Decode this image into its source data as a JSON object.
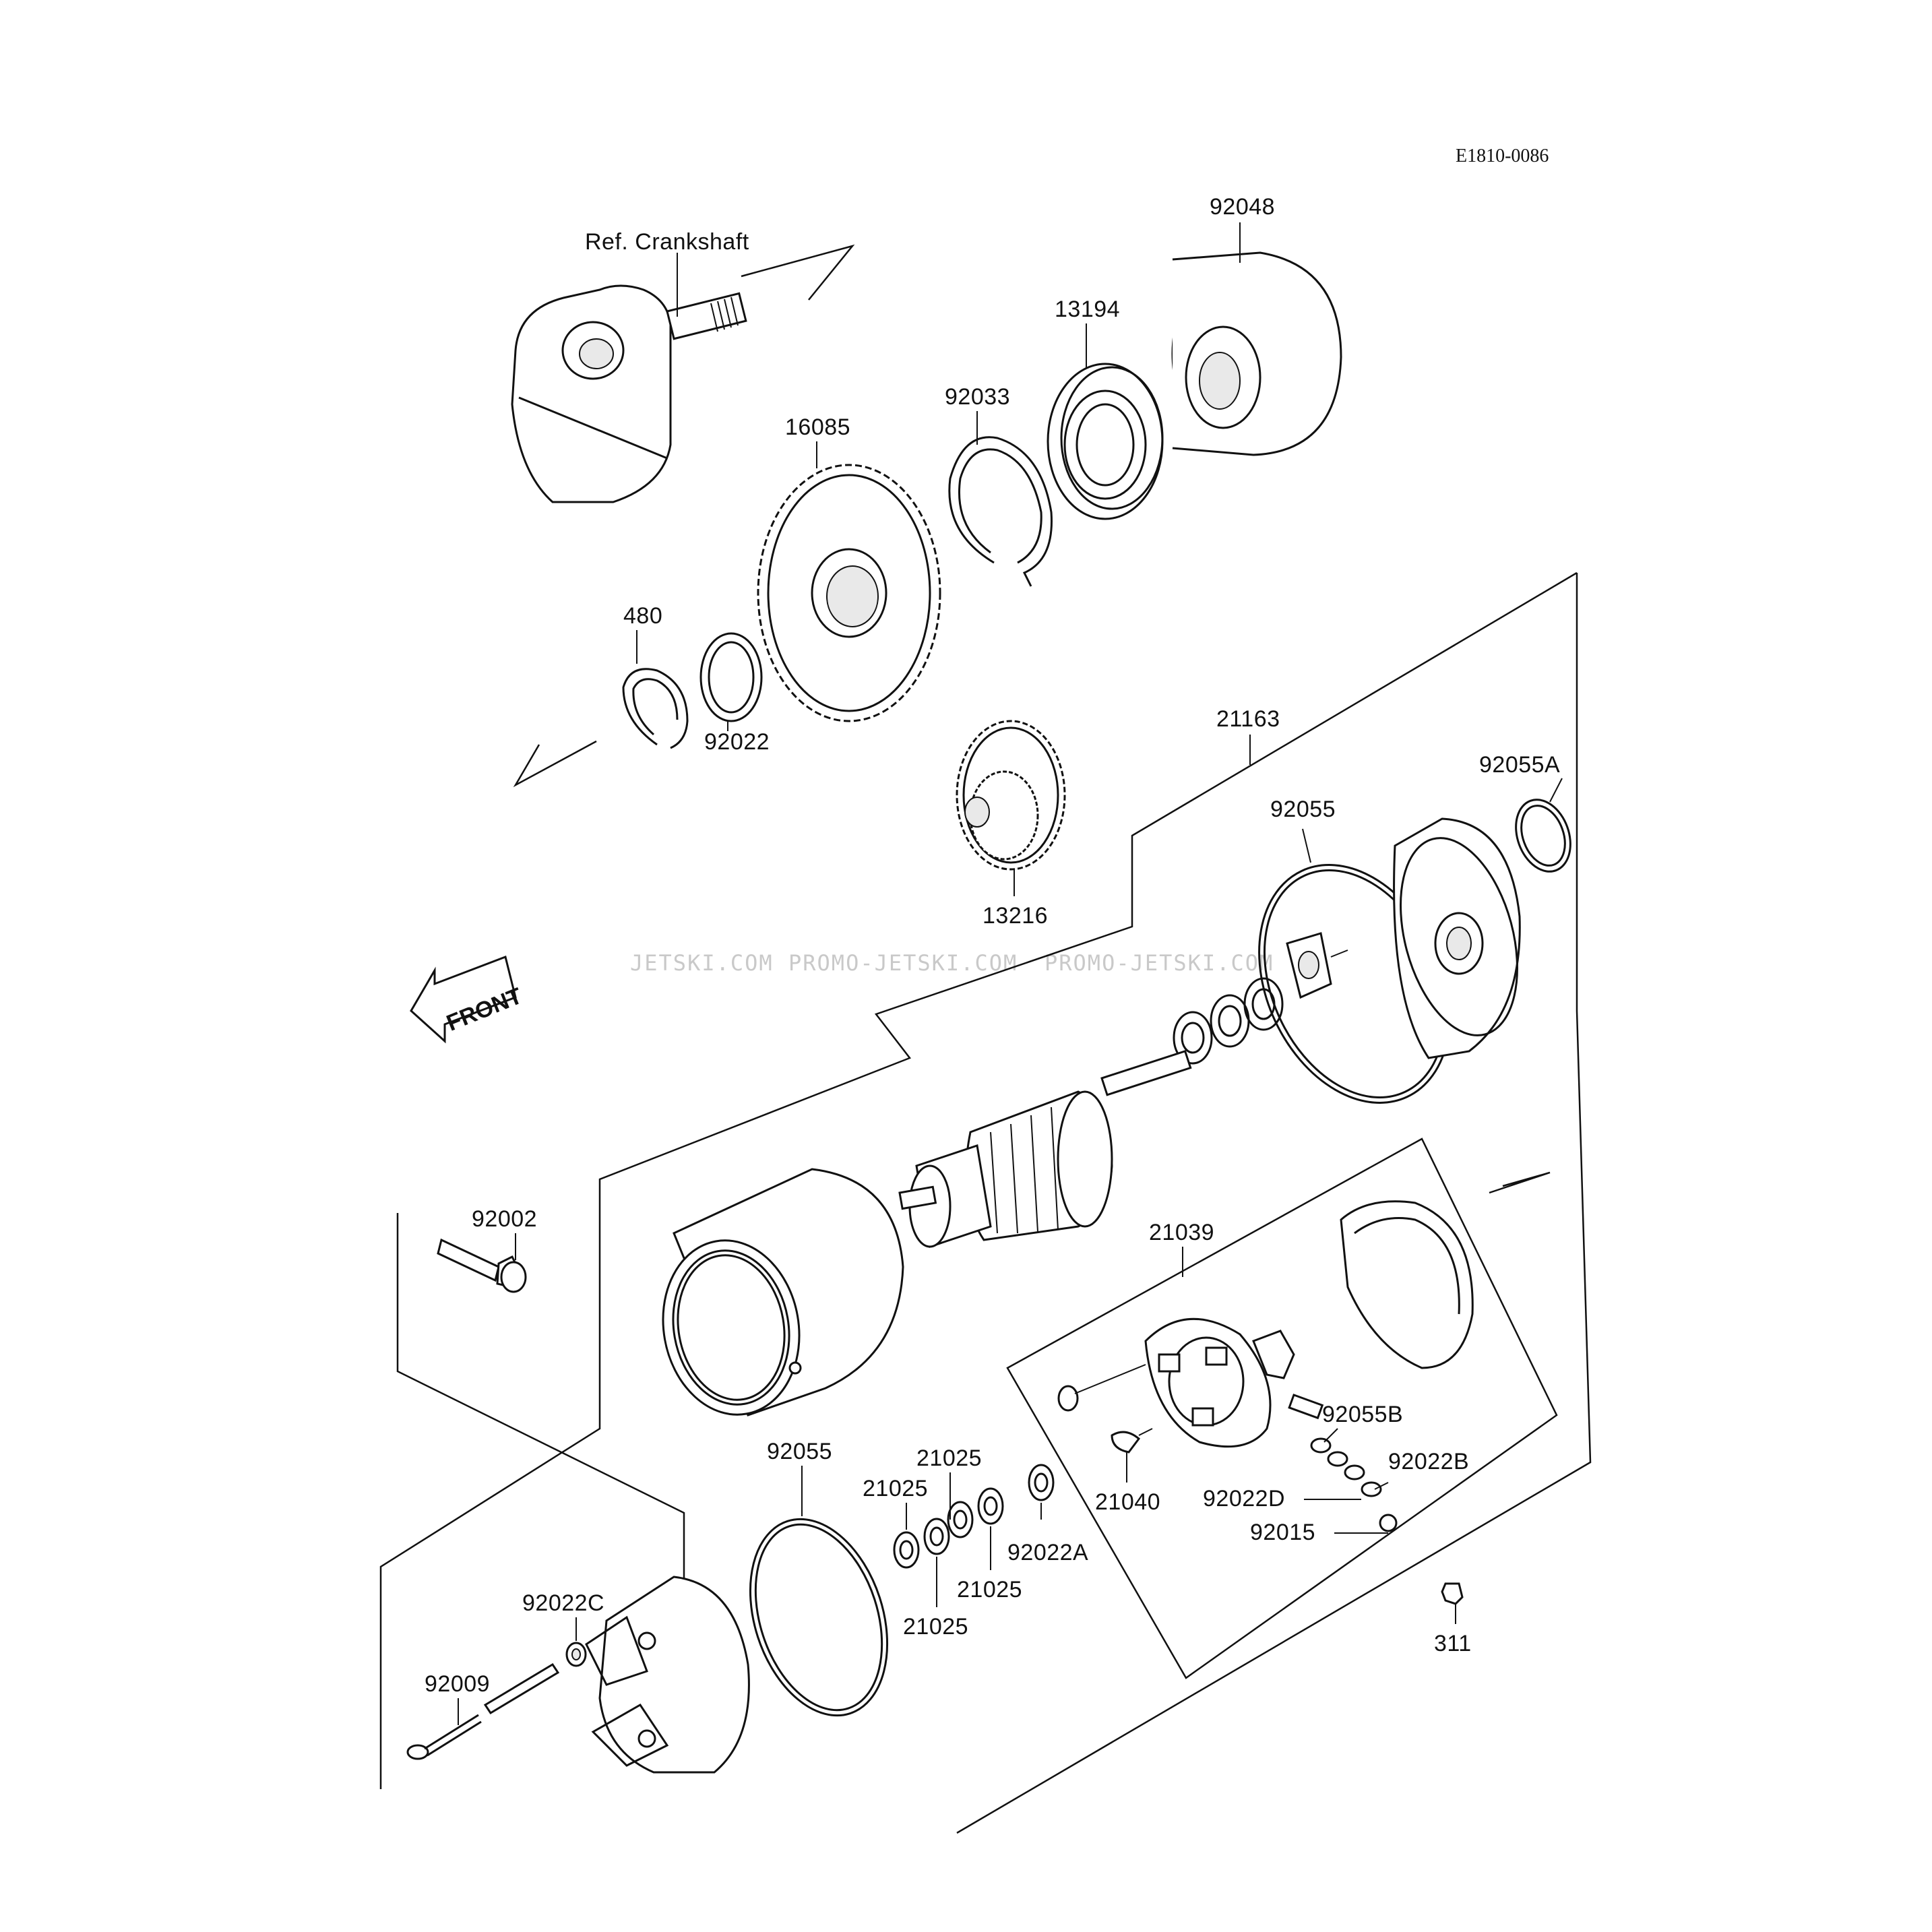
{
  "document_code": "E1810-0086",
  "watermark": [
    "JETSKI.COM",
    "PROMO-JETSKI.COM",
    "PROMO-JETSKI.COM"
  ],
  "front_label": "FRONT",
  "callouts": {
    "ref_crankshaft": "Ref. Crankshaft",
    "p92048": "92048",
    "p13194": "13194",
    "p92033": "92033",
    "p16085": "16085",
    "p480": "480",
    "p92022": "92022",
    "p21163": "21163",
    "p92055A": "92055A",
    "p92055_top": "92055",
    "p13216": "13216",
    "p92002": "92002",
    "p21039": "21039",
    "p92055B": "92055B",
    "p92022B": "92022B",
    "p92022D": "92022D",
    "p92015": "92015",
    "p21040": "21040",
    "p311": "311",
    "p92055_bottom": "92055",
    "p21025_a": "21025",
    "p21025_b": "21025",
    "p21025_c": "21025",
    "p21025_d": "21025",
    "p92022A": "92022A",
    "p92022C": "92022C",
    "p92009": "92009"
  }
}
